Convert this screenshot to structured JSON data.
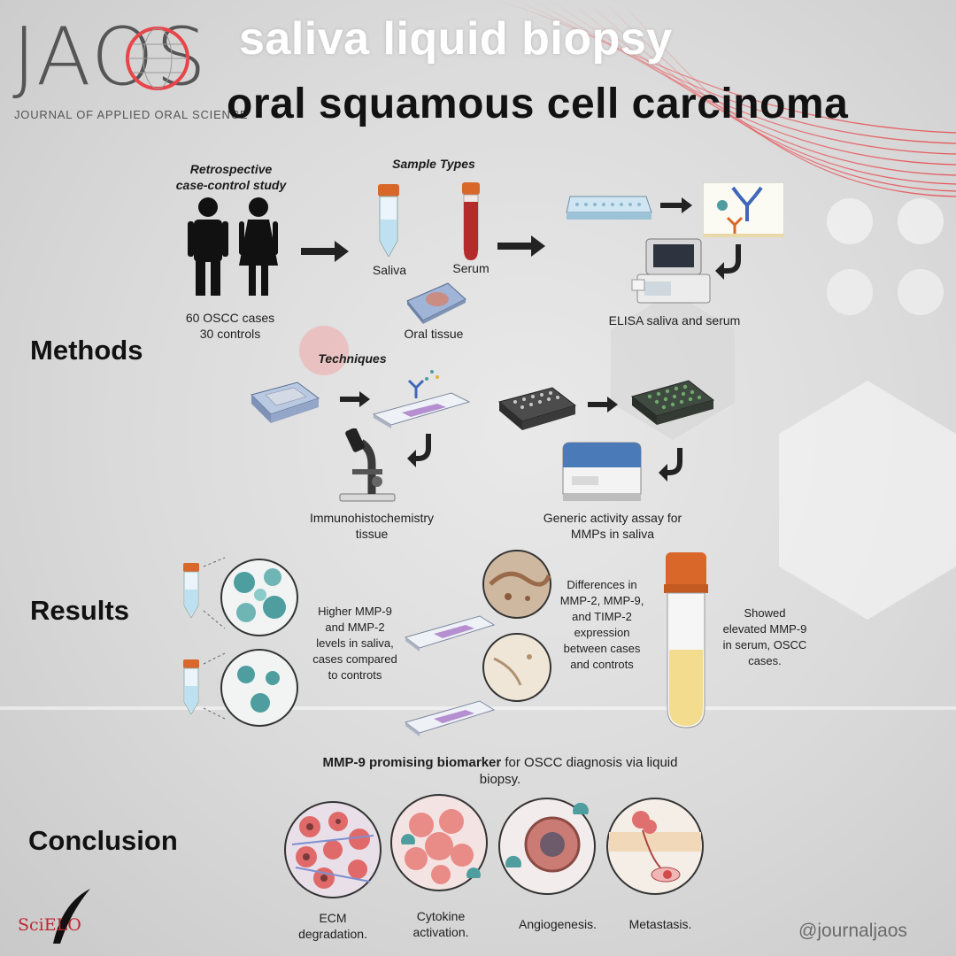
{
  "header": {
    "logo_letters": "JAOS",
    "logo_subtitle": "JOURNAL OF APPLIED ORAL SCIENCE",
    "title_line1": "saliva liquid biopsy",
    "title_line2": "oral squamous cell carcinoma"
  },
  "methods": {
    "section_label": "Methods",
    "study_type": "Retrospective case-control study",
    "participants": "60 OSCC cases\n30 controls",
    "sample_types_heading": "Sample Types",
    "saliva_label": "Saliva",
    "serum_label": "Serum",
    "oral_tissue_label": "Oral tissue",
    "elisa_label": "ELISA saliva and serum",
    "techniques_heading": "Techniques",
    "ihc_label": "Immunohistochemistry\ntissue",
    "activity_assay_label": "Generic activity assay for\nMMPs in saliva"
  },
  "results": {
    "section_label": "Results",
    "saliva_result": "Higher MMP-9\nand MMP-2\nlevels in saliva,\ncases compared\nto controts",
    "tissue_result": "Differences in\nMMP-2, MMP-9,\nand TIMP-2\nexpression\nbetween cases\nand controts",
    "serum_result": "Showed\nelevated MMP-9\nin serum, OSCC\ncases."
  },
  "conclusion": {
    "section_label": "Conclusion",
    "statement_bold": "MMP-9 promising biomarker",
    "statement_rest": " for OSCC diagnosis via liquid biopsy.",
    "mechanisms": [
      "ECM\ndegradation.",
      "Cytokine\nactivation.",
      "Angiogenesis.",
      "Metastasis."
    ]
  },
  "footer": {
    "scielo_logo": "SciELO",
    "handle": "@journaljaos"
  },
  "colors": {
    "accent_red": "#e8454a",
    "cap_orange": "#d9672a",
    "serum_red": "#b32b2b",
    "cell_teal": "#4e9ea0"
  }
}
